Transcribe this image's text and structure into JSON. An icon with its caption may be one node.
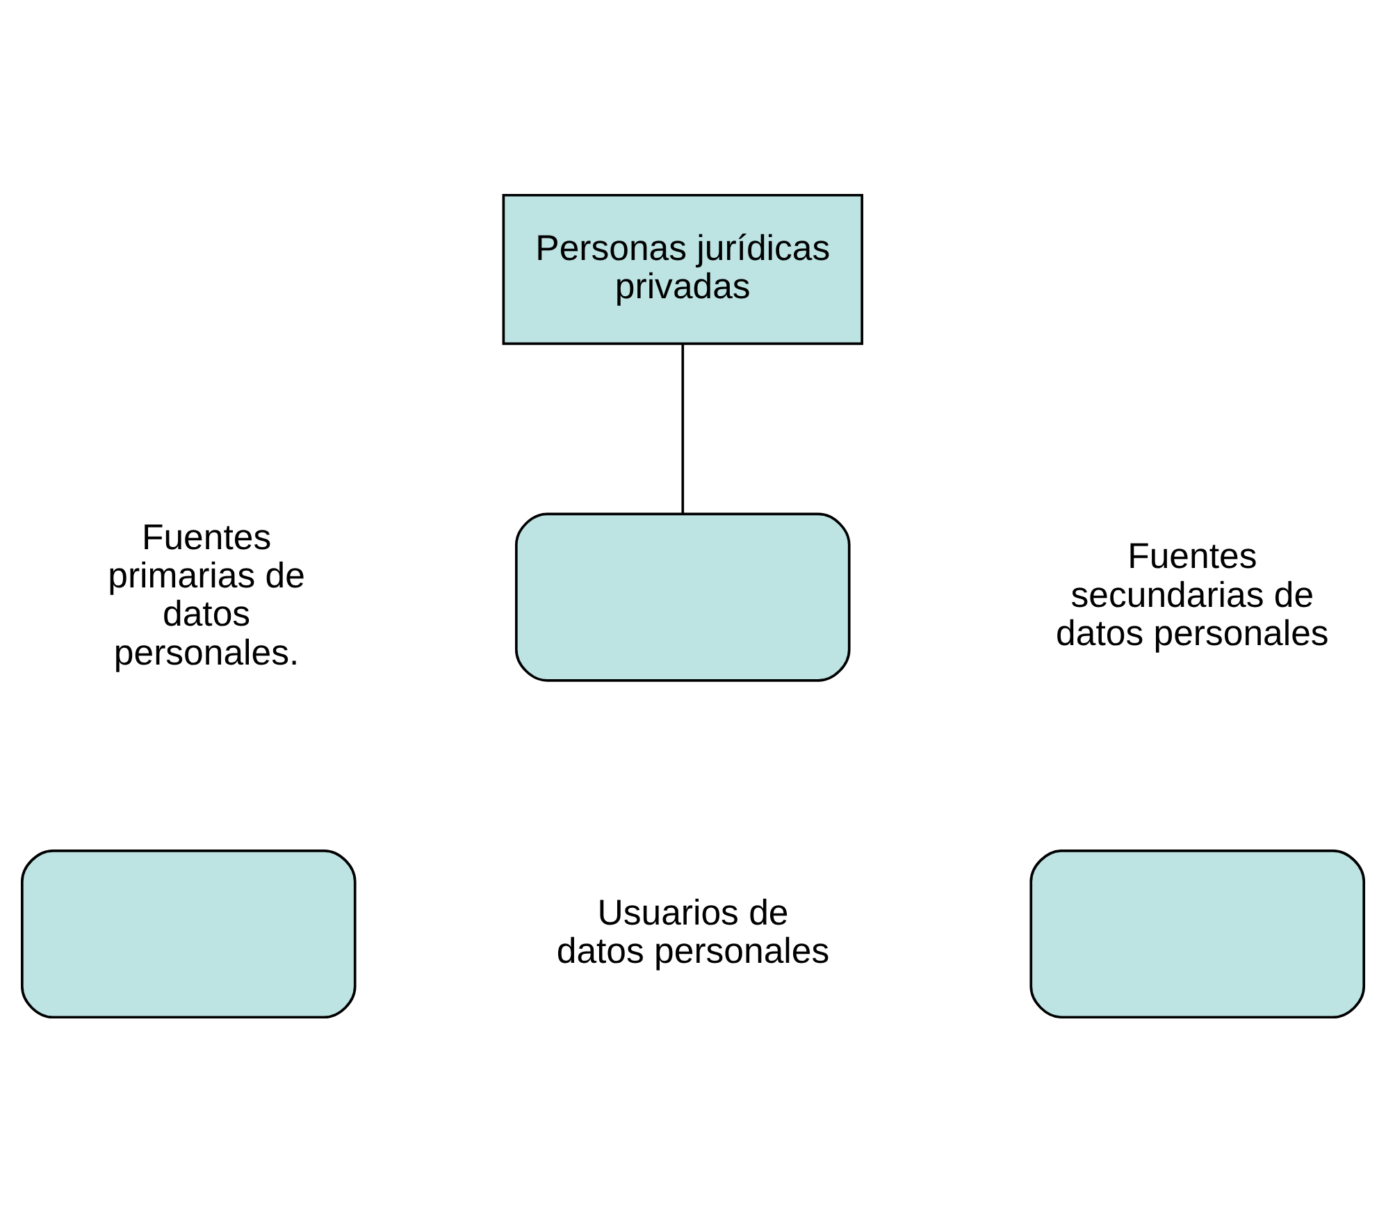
{
  "diagram": {
    "nodes": [
      {
        "text": [
          "Personas jurídicas privadas"
        ]
      },
      {
        "text": [],
        "shape": "arc"
      },
      {
        "text": [],
        "shape": "arc"
      },
      {
        "text": [],
        "shape": "arc"
      }
    ],
    "edges": [
      {
        "from": 0,
        "to": 1,
        "arrow": "none"
      }
    ],
    "labels": [
      "Fuentes primarias de datos personales.",
      "Fuentes secundarias de datos personales",
      "Usuarios de datos personales"
    ]
  }
}
